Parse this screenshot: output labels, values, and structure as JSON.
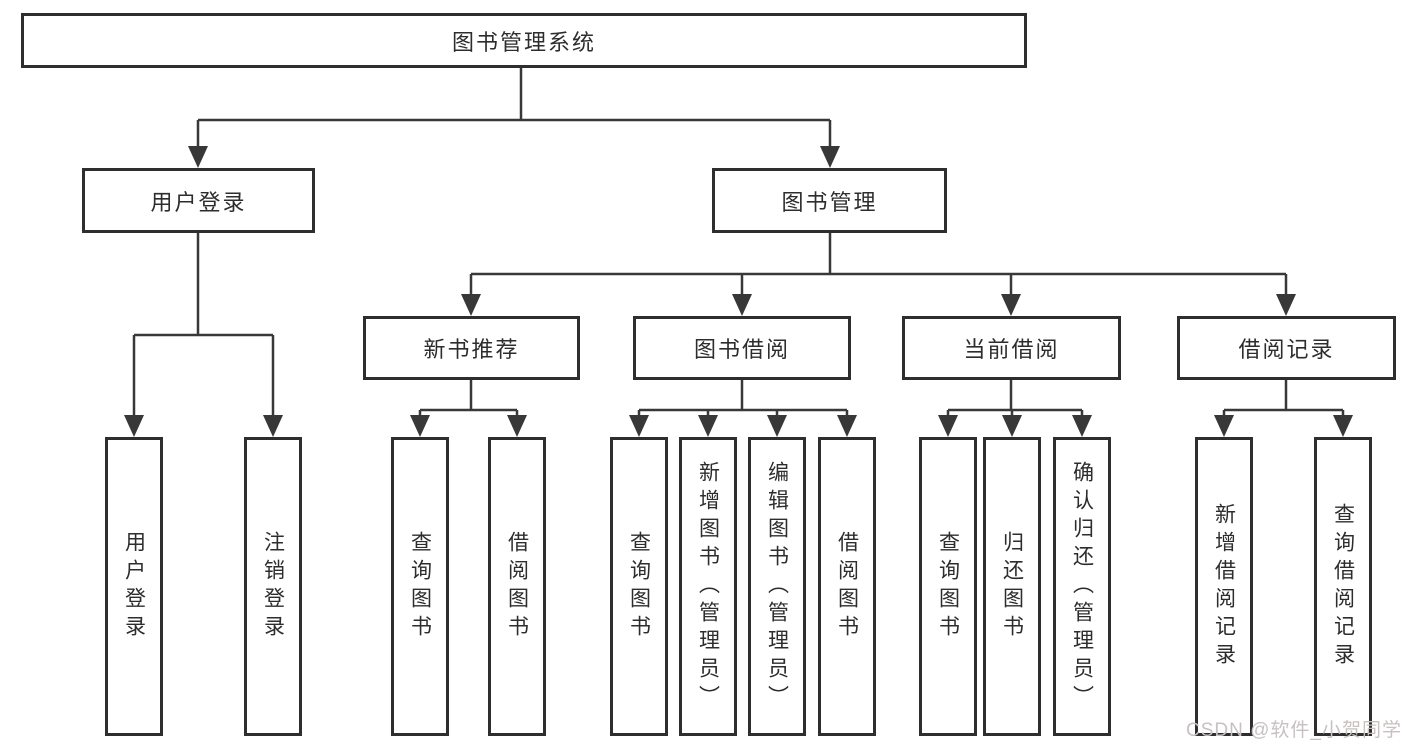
{
  "colors": {
    "line": "#383838",
    "box_border": "#2e2e2e",
    "text": "#2d2d2d",
    "watermark": "#c7c1c1",
    "background": "#ffffff"
  },
  "watermark": {
    "text": "CSDN @软件_小贺同学"
  },
  "nodes": {
    "root": {
      "label": "图书管理系统"
    },
    "user_login": {
      "label": "用户登录",
      "children": [
        {
          "label": "用户登录"
        },
        {
          "label": "注销登录"
        }
      ]
    },
    "book_manage": {
      "label": "图书管理",
      "children": [
        {
          "label": "新书推荐",
          "children": [
            {
              "label": "查询图书"
            },
            {
              "label": "借阅图书"
            }
          ]
        },
        {
          "label": "图书借阅",
          "children": [
            {
              "label": "查询图书"
            },
            {
              "label": "新增图书（管理员）"
            },
            {
              "label": "编辑图书（管理员）"
            },
            {
              "label": "借阅图书"
            }
          ]
        },
        {
          "label": "当前借阅",
          "children": [
            {
              "label": "查询图书"
            },
            {
              "label": "归还图书"
            },
            {
              "label": "确认归还（管理员）"
            }
          ]
        },
        {
          "label": "借阅记录",
          "children": [
            {
              "label": "新增借阅记录"
            },
            {
              "label": "查询借阅记录"
            }
          ]
        }
      ]
    }
  }
}
